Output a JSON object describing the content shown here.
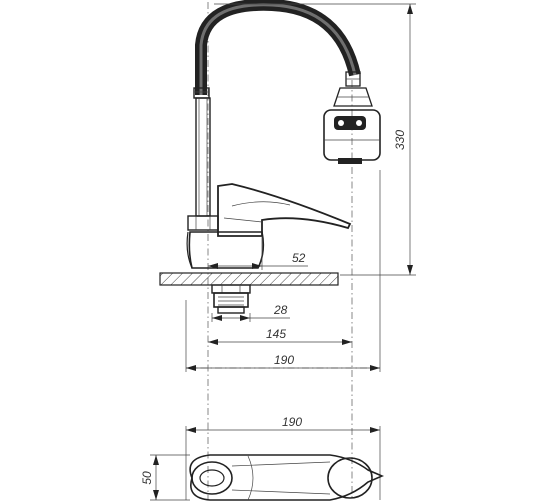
{
  "dimensions": {
    "height_total": "330",
    "depth_52": "52",
    "thread_28": "28",
    "reach_145": "145",
    "reach_190": "190",
    "top_reach_190": "190",
    "top_width_50": "50"
  },
  "colors": {
    "line": "#222222",
    "hatch": "#444444",
    "background": "#ffffff"
  }
}
